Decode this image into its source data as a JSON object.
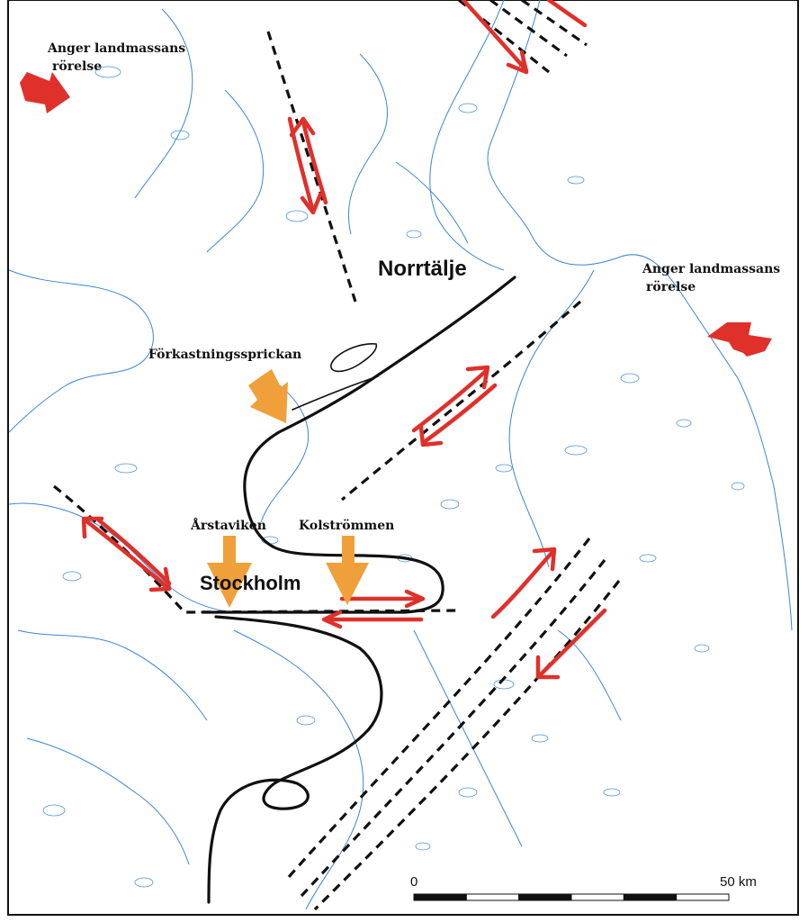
{
  "labels": {
    "movement_left_line1": "Anger landmassans",
    "movement_left_line2": "rörelse",
    "movement_right_line1": "Anger landmassans",
    "movement_right_line2": "rörelse",
    "norrtalje": "Norrtälje",
    "stockholm": "Stockholm",
    "fault_crack": "Förkastningssprickan",
    "arstaviken": "Årstaviken",
    "kolstrommen": "Kolströmmen"
  },
  "scale_bar": {
    "start_label": "0",
    "end_label": "50 km",
    "segments": 6
  },
  "colors": {
    "water": "#3a86d4",
    "fault": "#111111",
    "shear_arrow": "#e0302a",
    "movement_arrow": "#e0302a",
    "pointer_arrow": "#f0a03a",
    "frame": "#111111"
  }
}
